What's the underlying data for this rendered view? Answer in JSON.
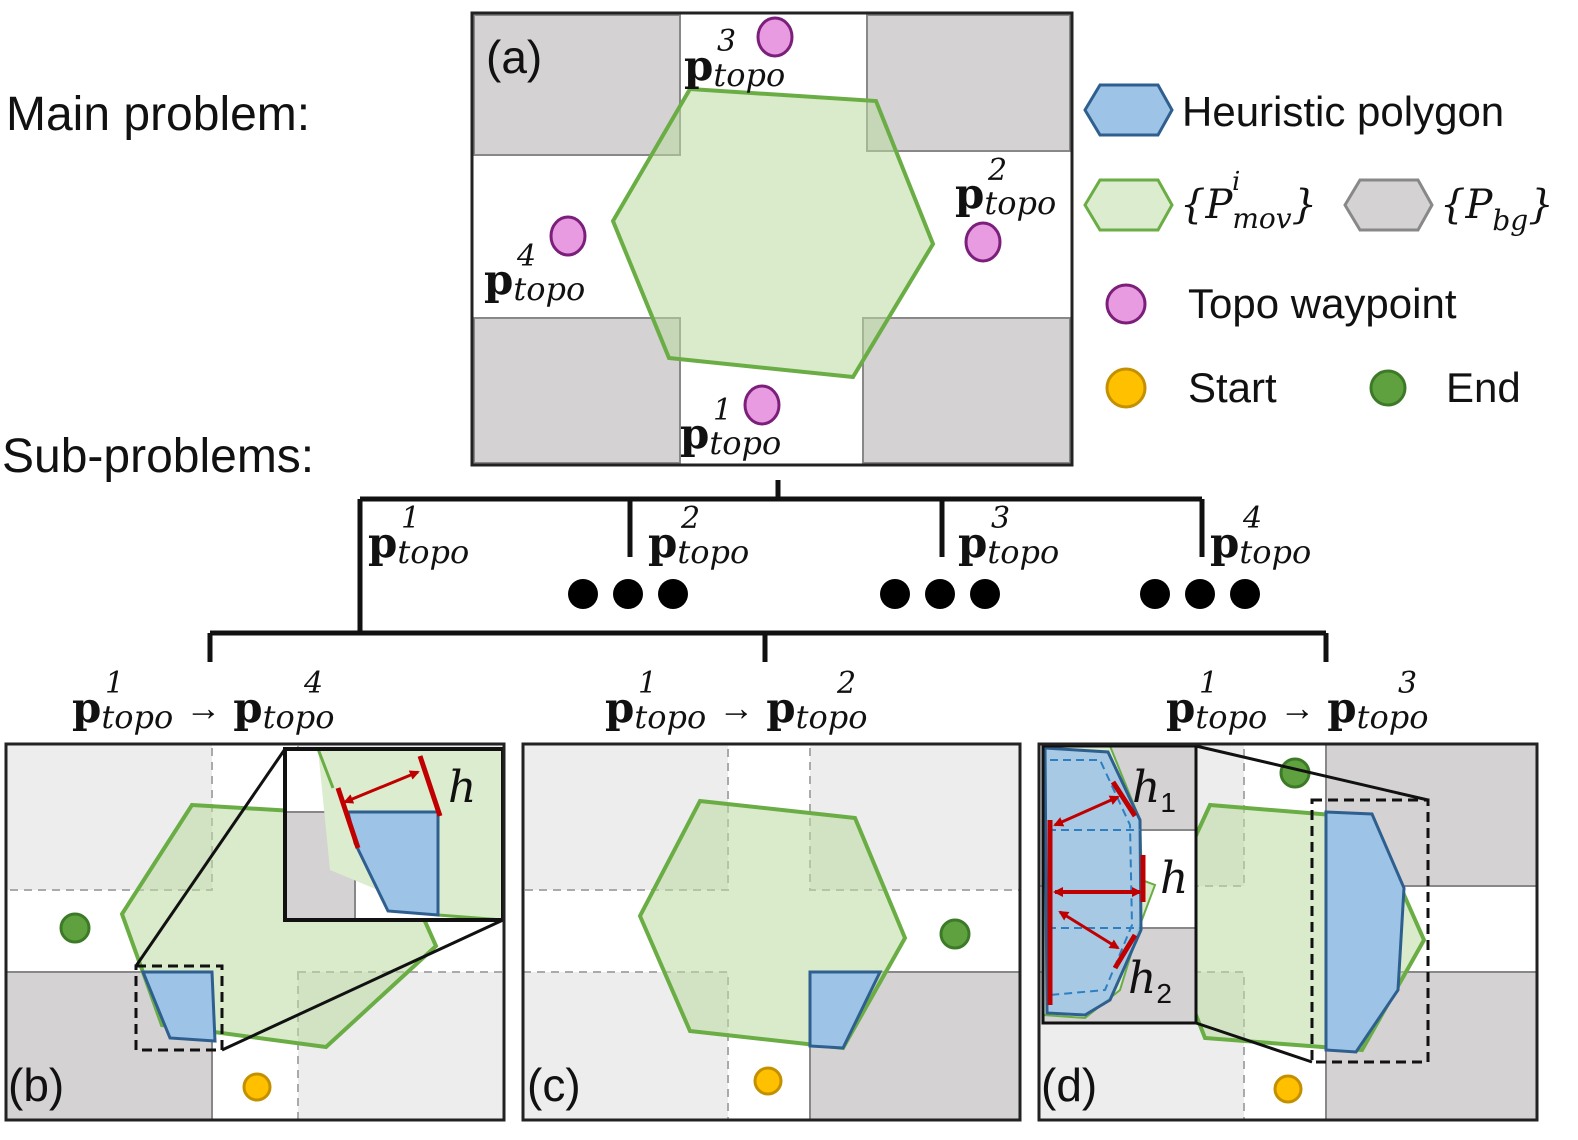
{
  "labels": {
    "main_problem": "Main problem:",
    "sub_problems": "Sub-problems:",
    "panel_a": "(a)",
    "panel_b": "(b)",
    "panel_c": "(c)",
    "panel_d": "(d)"
  },
  "waypoints": {
    "bold": "p",
    "sub": "topo",
    "p1": "1",
    "p2": "2",
    "p3": "3",
    "p4": "4",
    "arrow": "→"
  },
  "legend": {
    "heuristic": "Heuristic polygon",
    "pmov_open": "{",
    "pmov_P": "P",
    "pmov_sup": "i",
    "pmov_sub": "mov",
    "pmov_close": "}",
    "pbg_open": "{",
    "pbg_P": "P",
    "pbg_sub": "bg",
    "pbg_close": "}",
    "topo": "Topo waypoint",
    "start": "Start",
    "end": "End"
  },
  "h_labels": {
    "h": "h",
    "h1_base": "h",
    "h1_sub": "1",
    "h2_base": "h",
    "h2_sub": "2"
  },
  "colors": {
    "green_fill": "#dceccf",
    "green_stroke": "#6aad45",
    "blue_fill": "#9dc3e6",
    "blue_stroke": "#2e5f8f",
    "gray_fill": "#d4d2d3",
    "light_gray_fill": "#ededed",
    "topo_fill": "#e89be0",
    "topo_stroke": "#7b1f7b",
    "start_fill": "#ffc000",
    "end_fill": "#5fa13f",
    "red": "#c00000"
  }
}
